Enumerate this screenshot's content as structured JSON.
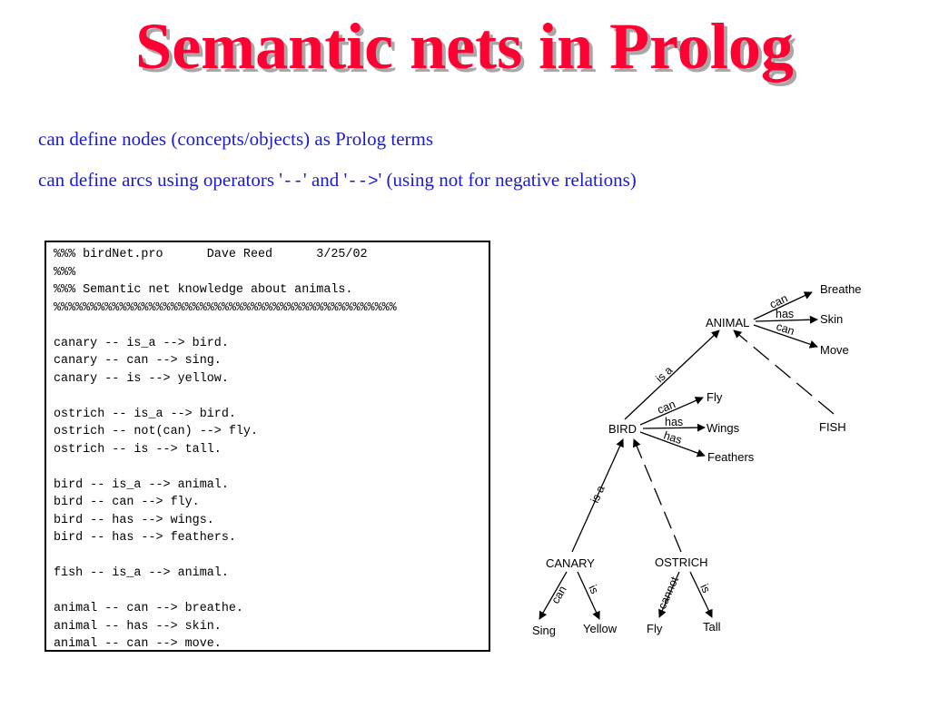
{
  "title": "Semantic nets in Prolog",
  "bullets": {
    "b1": "can define nodes (concepts/objects) as Prolog terms",
    "b2_pre": "can define arcs using operators '",
    "b2_op1": "--",
    "b2_mid": "' and '",
    "b2_op2": "-->",
    "b2_post": "'  (using not for negative relations)"
  },
  "code_lines": [
    "%%% birdNet.pro      Dave Reed      3/25/02",
    "%%%",
    "%%% Semantic net knowledge about animals.",
    "%%%%%%%%%%%%%%%%%%%%%%%%%%%%%%%%%%%%%%%%%%%%%%%",
    "",
    "canary -- is_a --> bird.",
    "canary -- can --> sing.",
    "canary -- is --> yellow.",
    "",
    "ostrich -- is_a --> bird.",
    "ostrich -- not(can) --> fly.",
    "ostrich -- is --> tall.",
    "",
    "bird -- is_a --> animal.",
    "bird -- can --> fly.",
    "bird -- has --> wings.",
    "bird -- has --> feathers.",
    "",
    "fish -- is_a --> animal.",
    "",
    "animal -- can --> breathe.",
    "animal -- has --> skin.",
    "animal -- can --> move."
  ],
  "net": {
    "nodes": {
      "animal": "ANIMAL",
      "breathe": "Breathe",
      "skin": "Skin",
      "move": "Move",
      "bird": "BIRD",
      "fly1": "Fly",
      "wings": "Wings",
      "feathers": "Feathers",
      "fish": "FISH",
      "canary": "CANARY",
      "ostrich": "OSTRICH",
      "sing": "Sing",
      "yellow": "Yellow",
      "fly2": "Fly",
      "tall": "Tall"
    },
    "edges": {
      "can": "can",
      "has": "has",
      "isa": "is a",
      "is": "is",
      "cannot": "cannot"
    }
  }
}
